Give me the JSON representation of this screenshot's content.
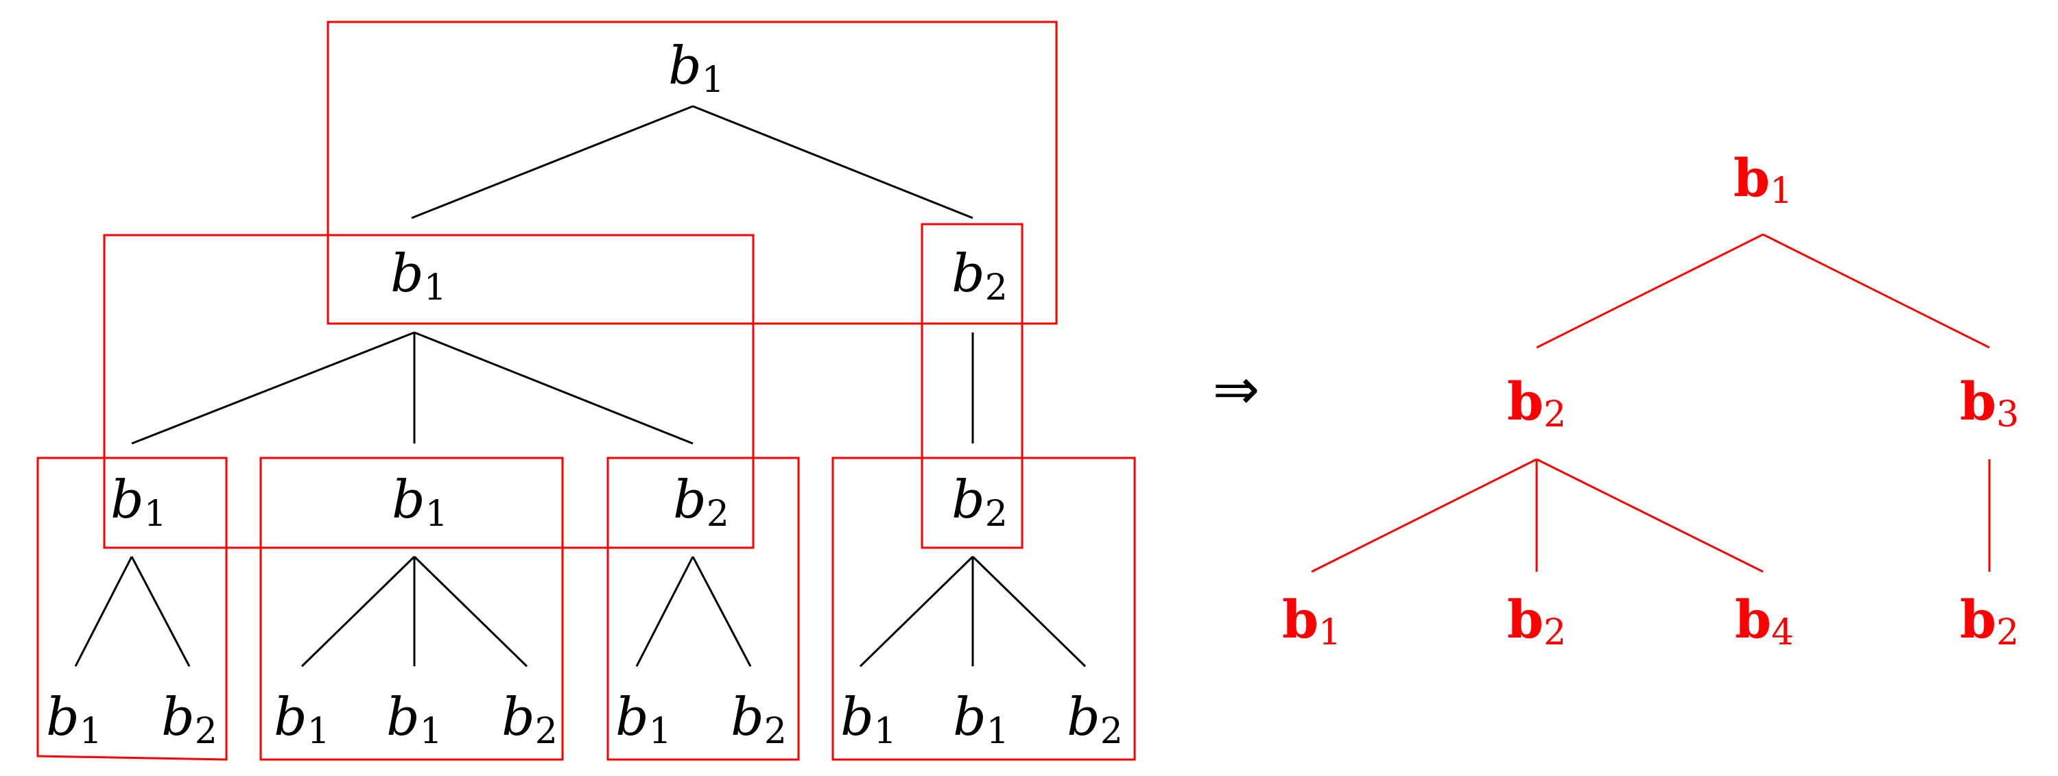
{
  "left_tree": {
    "nodes": [
      {
        "id": "l0",
        "base": "b",
        "sub": "1"
      },
      {
        "id": "l1",
        "base": "b",
        "sub": "1"
      },
      {
        "id": "l2",
        "base": "b",
        "sub": "2"
      },
      {
        "id": "l3",
        "base": "b",
        "sub": "1"
      },
      {
        "id": "l4",
        "base": "b",
        "sub": "1"
      },
      {
        "id": "l5",
        "base": "b",
        "sub": "2"
      },
      {
        "id": "l6",
        "base": "b",
        "sub": "2"
      },
      {
        "id": "l7",
        "base": "b",
        "sub": "1"
      },
      {
        "id": "l8",
        "base": "b",
        "sub": "2"
      },
      {
        "id": "l9",
        "base": "b",
        "sub": "1"
      },
      {
        "id": "l10",
        "base": "b",
        "sub": "1"
      },
      {
        "id": "l11",
        "base": "b",
        "sub": "2"
      },
      {
        "id": "l12",
        "base": "b",
        "sub": "1"
      },
      {
        "id": "l13",
        "base": "b",
        "sub": "2"
      },
      {
        "id": "l14",
        "base": "b",
        "sub": "1"
      },
      {
        "id": "l15",
        "base": "b",
        "sub": "1"
      },
      {
        "id": "l16",
        "base": "b",
        "sub": "2"
      }
    ],
    "edges": [
      [
        "l0",
        "l1"
      ],
      [
        "l0",
        "l2"
      ],
      [
        "l1",
        "l3"
      ],
      [
        "l1",
        "l4"
      ],
      [
        "l1",
        "l5"
      ],
      [
        "l2",
        "l6"
      ],
      [
        "l3",
        "l7"
      ],
      [
        "l3",
        "l8"
      ],
      [
        "l4",
        "l9"
      ],
      [
        "l4",
        "l10"
      ],
      [
        "l4",
        "l11"
      ],
      [
        "l5",
        "l12"
      ],
      [
        "l5",
        "l13"
      ],
      [
        "l6",
        "l14"
      ],
      [
        "l6",
        "l15"
      ],
      [
        "l6",
        "l16"
      ]
    ]
  },
  "arrow": "⇒",
  "right_tree": {
    "nodes": [
      {
        "id": "r0",
        "base": "b",
        "sub": "1"
      },
      {
        "id": "r1",
        "base": "b",
        "sub": "2"
      },
      {
        "id": "r2",
        "base": "b",
        "sub": "3"
      },
      {
        "id": "r3",
        "base": "b",
        "sub": "1"
      },
      {
        "id": "r4",
        "base": "b",
        "sub": "2"
      },
      {
        "id": "r5",
        "base": "b",
        "sub": "4"
      },
      {
        "id": "r6",
        "base": "b",
        "sub": "2"
      }
    ],
    "edges": [
      [
        "r0",
        "r1"
      ],
      [
        "r0",
        "r2"
      ],
      [
        "r1",
        "r3"
      ],
      [
        "r1",
        "r4"
      ],
      [
        "r1",
        "r5"
      ],
      [
        "r2",
        "r6"
      ]
    ]
  },
  "colors": {
    "tree": "#000000",
    "highlight": "#ff0000"
  }
}
